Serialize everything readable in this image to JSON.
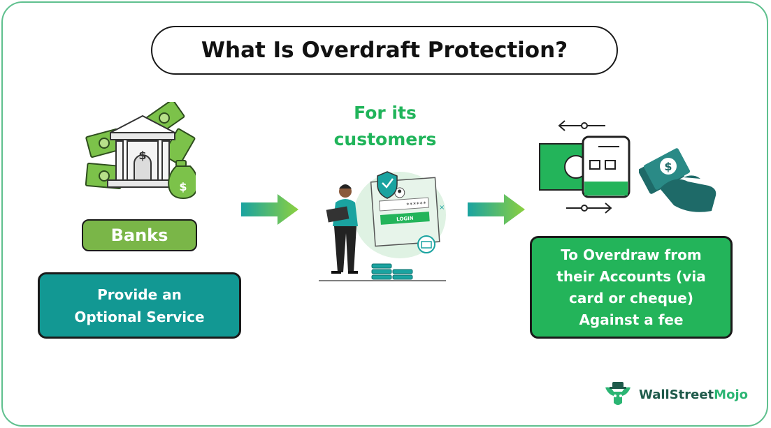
{
  "title": "What Is Overdraft Protection?",
  "subtitle": [
    "For its",
    "customers"
  ],
  "left": {
    "label": "Banks",
    "description": [
      "Provide an",
      "Optional Service"
    ]
  },
  "right": {
    "description": [
      "To Overdraw from",
      "their Accounts (via",
      "card or cheque)",
      "Against a fee"
    ]
  },
  "illustration": {
    "login_button": "LOGIN",
    "password_mask": "******"
  },
  "brand": {
    "part1": "WallStreet",
    "part2": "Mojo"
  },
  "colors": {
    "frame": "#5fc08e",
    "teal": "#129893",
    "green": "#23b45a",
    "olive": "#7ab648",
    "money": "#7cc24a"
  },
  "icons": [
    "bank-money-icon",
    "arrow-right-icon",
    "online-banking-illustration",
    "card-cash-transfer-icon",
    "hand-money-icon",
    "wallstreetmojo-logo-icon"
  ]
}
